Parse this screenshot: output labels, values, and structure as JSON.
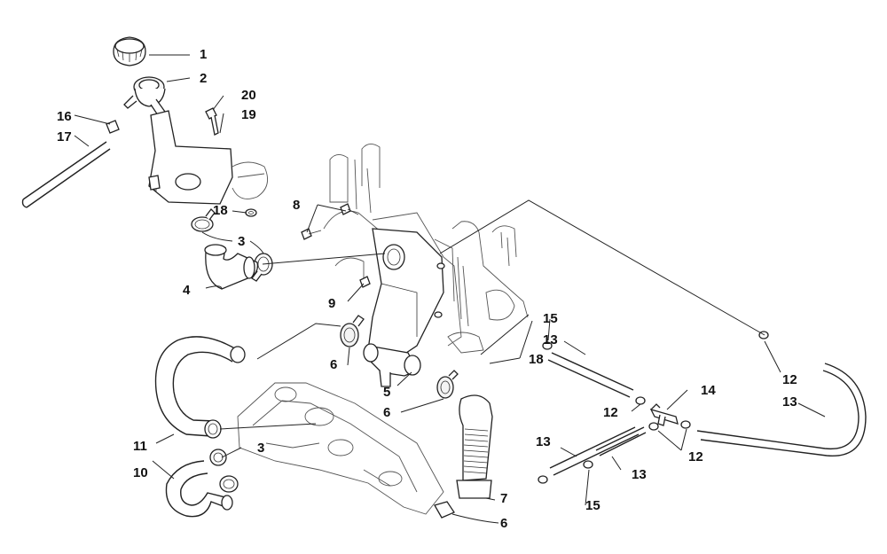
{
  "callouts": {
    "c1": "1",
    "c2": "2",
    "c3a": "3",
    "c3b": "3",
    "c4": "4",
    "c5": "5",
    "c6a": "6",
    "c6b": "6",
    "c6c": "6",
    "c7": "7",
    "c8": "8",
    "c9": "9",
    "c10": "10",
    "c11": "11",
    "c12a": "12",
    "c12b": "12",
    "c12c": "12",
    "c13a": "13",
    "c13b": "13",
    "c13c": "13",
    "c13d": "13",
    "c14": "14",
    "c15a": "15",
    "c15b": "15",
    "c16": "16",
    "c17": "17",
    "c18a": "18",
    "c18b": "18",
    "c19": "19",
    "c20": "20"
  }
}
